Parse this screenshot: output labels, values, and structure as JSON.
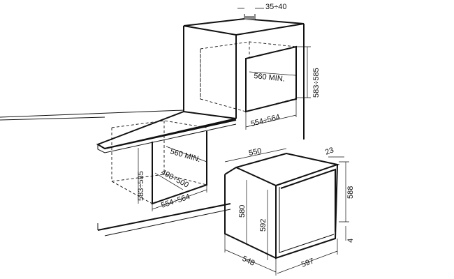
{
  "labels": {
    "column_vent_gap": "35÷40",
    "upper_niche_depth": "560 MIN.",
    "upper_niche_height": "583÷585",
    "upper_niche_width": "554÷564",
    "lower_niche_depth": "560 MIN.",
    "lower_niche_height": "583÷585",
    "lower_niche_inner_depth": "490÷500",
    "lower_niche_width": "554÷564",
    "oven_depth": "550",
    "oven_door_thickness": "23",
    "oven_front_height": "588",
    "oven_side_height": "580",
    "oven_body_height": "592",
    "oven_bottom_gap": "4",
    "oven_body_depth": "548",
    "oven_width": "597"
  }
}
